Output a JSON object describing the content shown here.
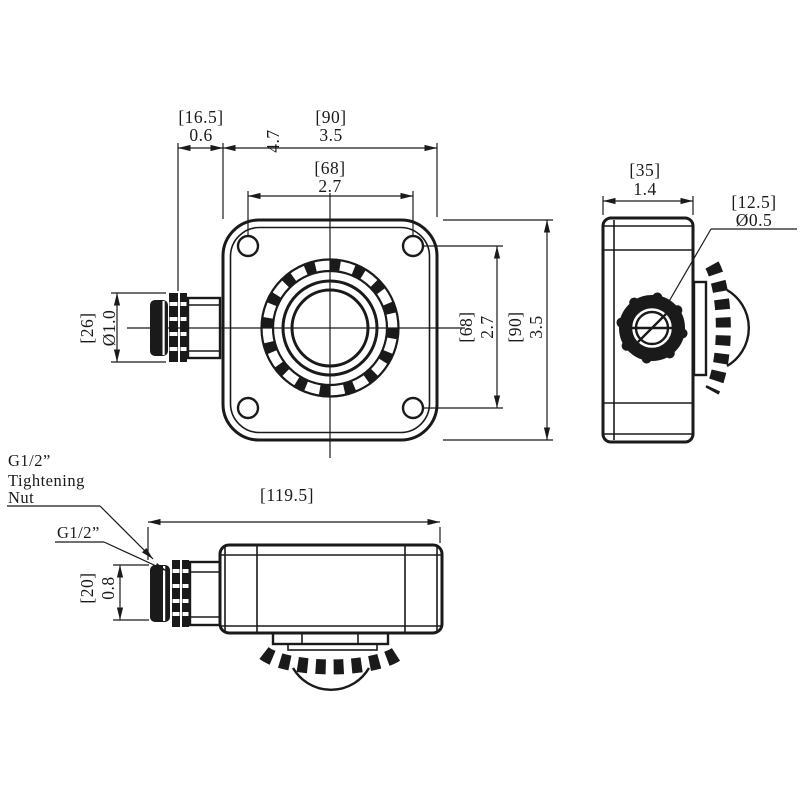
{
  "drawing": {
    "colors": {
      "line": "#1a1a1a",
      "background": "#ffffff"
    },
    "front_view": {
      "flange_mm": "[16.5]",
      "flange_in": "0.6",
      "width_mm": "[90]",
      "width_in": "3.5",
      "overall_in": "4.7",
      "hole_spacing_mm": "[68]",
      "hole_spacing_in": "2.7",
      "hole_spacing_v_mm": "[68]",
      "hole_spacing_v_in": "2.7",
      "height_mm": "[90]",
      "height_in": "3.5",
      "gland_dia_mm": "[26]",
      "gland_dia_in": "Ø1.0"
    },
    "side_view": {
      "depth_mm": "[35]",
      "depth_in": "1.4",
      "entry_dia_mm": "[12.5]",
      "entry_dia_in": "Ø0.5"
    },
    "bottom_view": {
      "length_mm": "[119.5]",
      "nut_mm": "[20]",
      "nut_in": "0.8",
      "nut_label_line1": "G1/2”",
      "nut_label_line2": "Tightening",
      "nut_label_line3": "Nut",
      "thread_label": "G1/2”"
    }
  }
}
